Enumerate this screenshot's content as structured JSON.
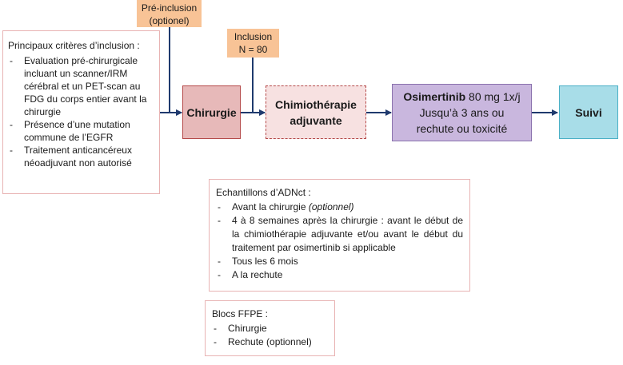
{
  "pre_inclusion": {
    "line1": "Pré-inclusion",
    "line2": "(optionel)"
  },
  "inclusion": {
    "line1": "Inclusion",
    "line2": "N = 80"
  },
  "criteria": {
    "title": "Principaux critères d’inclusion :",
    "items": [
      "Evaluation pré-chirurgicale incluant un scanner/IRM cérébral et un PET-scan au FDG du corps entier avant la chirurgie",
      "Présence d’une mutation commune de l’EGFR",
      "Traitement anticancéreux néoadjuvant non autorisé"
    ]
  },
  "flow": {
    "chirurgie": "Chirurgie",
    "chimio_line1": "Chimiothérapie",
    "chimio_line2": "adjuvante",
    "osimertinib_name": "Osimertinib",
    "osimertinib_dose": " 80 mg 1x/j",
    "osimertinib_line2": "Jusqu’à 3 ans ou",
    "osimertinib_line3": "rechute ou toxicité",
    "suivi": "Suivi"
  },
  "samples": {
    "title": "Echantillons d’ADNct :",
    "item1": "Avant la chirurgie ",
    "item1_italic": "(optionnel)",
    "item2": "4 à 8 semaines après la chirurgie : avant le début de la chimiothérapie adjuvante et/ou avant le début du traitement par osimertinib si applicable",
    "item3": "Tous les 6 mois",
    "item4": "A la rechute"
  },
  "ffpe": {
    "title": "Blocs FFPE :",
    "items": [
      "Chirurgie",
      "Rechute (optionnel)"
    ]
  },
  "colors": {
    "arrow": "#1f3a6e",
    "chirurgie_fill": "#e7b9b9",
    "chirurgie_border": "#b54a4a",
    "chimio_fill": "#f7e1e1",
    "chimio_border": "#b54a4a",
    "osimertinib_fill": "#c9b7de",
    "osimertinib_border": "#8a72ad",
    "suivi_fill": "#a8dde8",
    "suivi_border": "#4bb0c6",
    "label_fill": "#f8c396",
    "panel_border": "#e8b3b3"
  }
}
